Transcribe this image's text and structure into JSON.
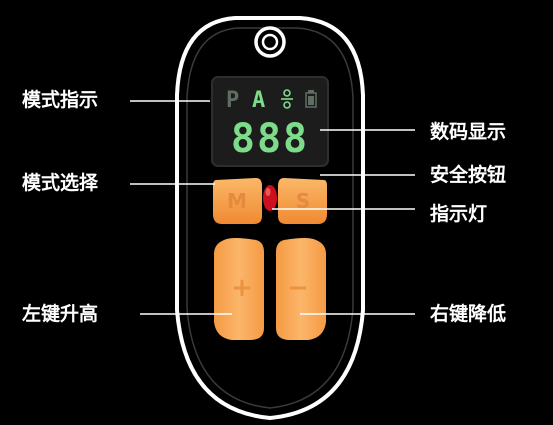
{
  "labels": {
    "mode_indicator": "模式指示",
    "mode_select": "模式选择",
    "left_raise": "左键升高",
    "digital_display": "数码显示",
    "safety_button": "安全按钮",
    "indicator_light": "指示灯",
    "right_lower": "右键降低"
  },
  "lcd": {
    "mode_p": "P",
    "mode_a": "A",
    "digits": "888"
  },
  "buttons": {
    "mode": "M",
    "safety": "S",
    "plus": "+",
    "minus": "−"
  },
  "colors": {
    "background": "#000000",
    "outline": "#ffffff",
    "button_orange": "#f7a552",
    "button_orange_light": "#fbc07a",
    "lcd_digit_green": "#7ddc8a",
    "lcd_background": "#1c1c1c",
    "indicator_red": "#cc1020",
    "callout_line": "#ffffff"
  },
  "icons": {
    "lanyard": "lanyard-ring-icon",
    "vibration": "vibration-mode-icon",
    "battery": "battery-icon"
  }
}
